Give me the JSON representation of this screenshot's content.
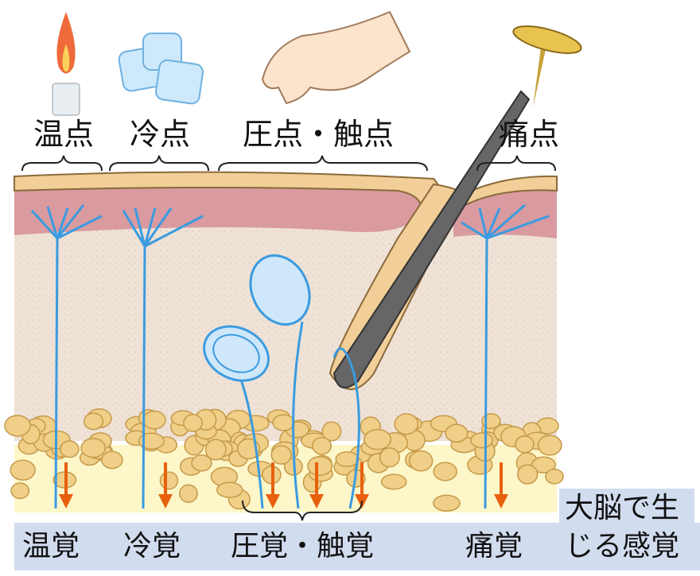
{
  "title": "皮膚の感覚点と感覚",
  "sensory_points": [
    "温点",
    "冷点",
    "圧点・触点",
    "痛点"
  ],
  "sensations": [
    "温覚",
    "冷覚",
    "圧覚・触覚",
    "痛覚"
  ],
  "note": {
    "line1": "大脳で生",
    "line2": "じる感覚"
  },
  "stimulus_icons": [
    "candle-flame-icon",
    "ice-cubes-icon",
    "hand-touch-icon",
    "thumbtack-icon"
  ],
  "colors": {
    "nerve": "#3a9be0",
    "arrow": "#e8600e",
    "label_bg": "#d2dcef",
    "epidermis": "#d89aa0",
    "fat": "#f0cf88"
  }
}
